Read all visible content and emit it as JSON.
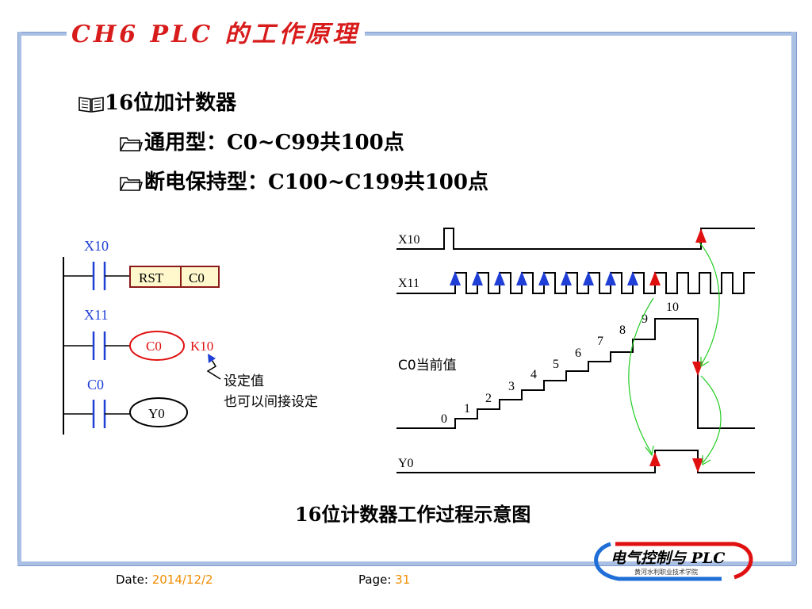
{
  "title": "CH6 PLC 的工作原理",
  "heading": "16位加计数器",
  "items": [
    "通用型：C0~C99共100点",
    "断电保持型：C100~C199共100点"
  ],
  "ladder": {
    "x10": "X10",
    "rst": "RST",
    "rst_target": "C0",
    "x11": "X11",
    "counter": "C0",
    "k_value": "K10",
    "c0_contact": "C0",
    "output": "Y0",
    "note_line1": "设定值",
    "note_line2": "也可以间接设定"
  },
  "timing": {
    "x10": "X10",
    "x11": "X11",
    "current_value_label": "C0当前值",
    "y0": "Y0",
    "steps": [
      "0",
      "1",
      "2",
      "3",
      "4",
      "5",
      "6",
      "7",
      "8",
      "9",
      "10"
    ]
  },
  "caption": "16位计数器工作过程示意图",
  "footer": {
    "date_label": "Date:",
    "date_value": "2014/12/2",
    "page_label": "Page:",
    "page_value": "31"
  },
  "logo": {
    "main": "电气控制与 PLC",
    "sub": "黄河水利职业技术学院"
  },
  "colors": {
    "title": "#d81b1b",
    "frame": "#a9c0e4",
    "ladder_blue": "#1f3fd6",
    "arrow_blue": "#1f3fd6",
    "arrow_red": "#e01010",
    "green_arc": "#22cc22",
    "footer_value": "#f08c00"
  }
}
